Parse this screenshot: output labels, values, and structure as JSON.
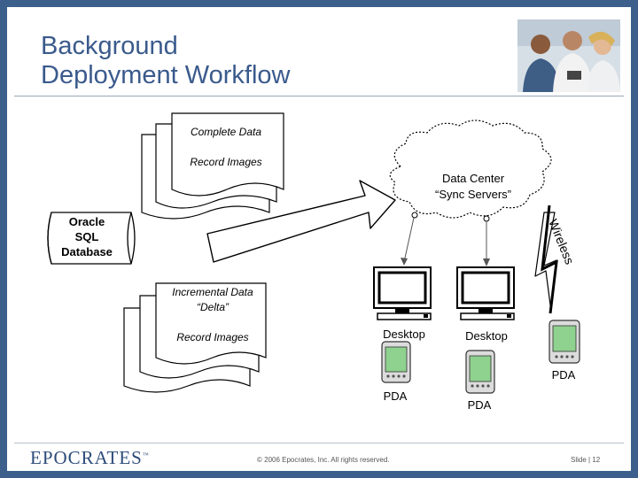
{
  "title": {
    "line1": "Background",
    "line2": "Deployment Workflow"
  },
  "diagram": {
    "database": {
      "line1": "Oracle",
      "line2": "SQL",
      "line3": "Database"
    },
    "complete_doc": {
      "line1": "Complete Data",
      "line2": "Record Images"
    },
    "incremental_doc": {
      "line1": "Incremental Data",
      "line2": "“Delta”",
      "line3": "Record Images"
    },
    "cloud": {
      "line1": "Data Center",
      "line2": "“Sync Servers”"
    },
    "wireless_label": "Wireless",
    "desktop1_label": "Desktop",
    "desktop2_label": "Desktop",
    "pda1_label": "PDA",
    "pda2_label": "PDA",
    "pda3_label": "PDA"
  },
  "footer": {
    "logo": "EPOCRATES",
    "copyright": "2006 Epocrates, Inc. All rights reserved.",
    "slide_word": "Slide",
    "slide_number": "12"
  },
  "colors": {
    "title": "#3a5a8c",
    "frame": "#3d5f8c",
    "logo": "#2d4b7a",
    "screen": "#8fd18f"
  }
}
